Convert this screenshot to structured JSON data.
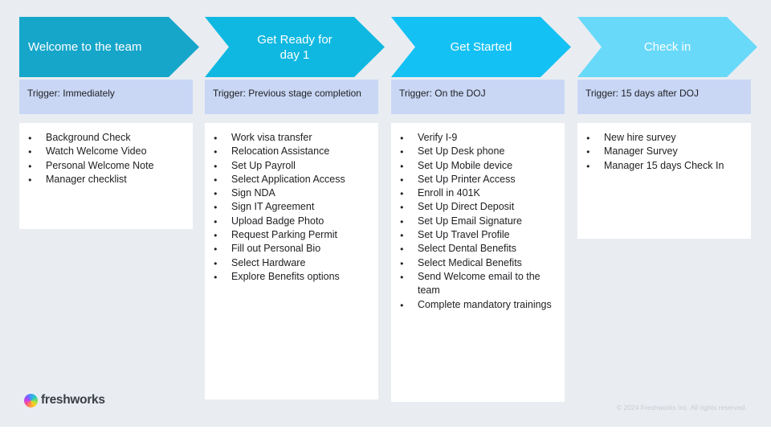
{
  "colors": {
    "background": "#E9EDF1",
    "trigger_bg": "#C9D7F5",
    "card_bg": "#FFFFFF",
    "bottom_strip": "#FFFFFF",
    "title_text": "#FFFFFF",
    "trigger_text": "#202124",
    "task_text": "#202124",
    "logo_text_color": "#3A3E45",
    "copyright_text_color": "#C9CDD3",
    "stage_arrow_colors": [
      "#16A6CA",
      "#0FB8E1",
      "#14C1F4",
      "#69D9FA"
    ]
  },
  "stages": [
    {
      "title": "Welcome to the team",
      "arrow_color": "#16A6CA",
      "trigger": "Trigger: Immediately",
      "tasks": [
        "Background Check",
        "Watch Welcome Video",
        "Personal Welcome Note",
        "Manager checklist"
      ]
    },
    {
      "title": "Get Ready for\nday 1",
      "arrow_color": "#0FB8E1",
      "trigger": "Trigger: Previous stage completion",
      "tasks": [
        "Work visa transfer",
        "Relocation Assistance",
        "Set Up Payroll",
        "Select Application Access",
        "Sign NDA",
        "Sign IT Agreement",
        "Upload Badge Photo",
        "Request Parking Permit",
        "Fill out Personal Bio",
        "Select Hardware",
        "Explore Benefits options"
      ]
    },
    {
      "title": "Get Started",
      "arrow_color": "#14C1F4",
      "trigger": "Trigger: On the DOJ",
      "tasks": [
        "Verify I-9",
        "Set Up Desk phone",
        "Set Up Mobile device",
        "Set Up Printer Access",
        "Enroll in 401K",
        "Set Up Direct Deposit",
        "Set Up Email Signature",
        "Set Up Travel Profile",
        "Select Dental Benefits",
        "Select Medical Benefits",
        "Send Welcome email to the team",
        "Complete mandatory trainings"
      ]
    },
    {
      "title": "Check in",
      "arrow_color": "#69D9FA",
      "trigger": "Trigger: 15 days after DOJ",
      "tasks": [
        "New hire survey",
        "Manager Survey",
        "Manager 15 days Check In"
      ]
    }
  ],
  "brand": {
    "logo_text": "freshworks",
    "copyright": "© 2024 Freshworks Inc. All rights reserved."
  }
}
